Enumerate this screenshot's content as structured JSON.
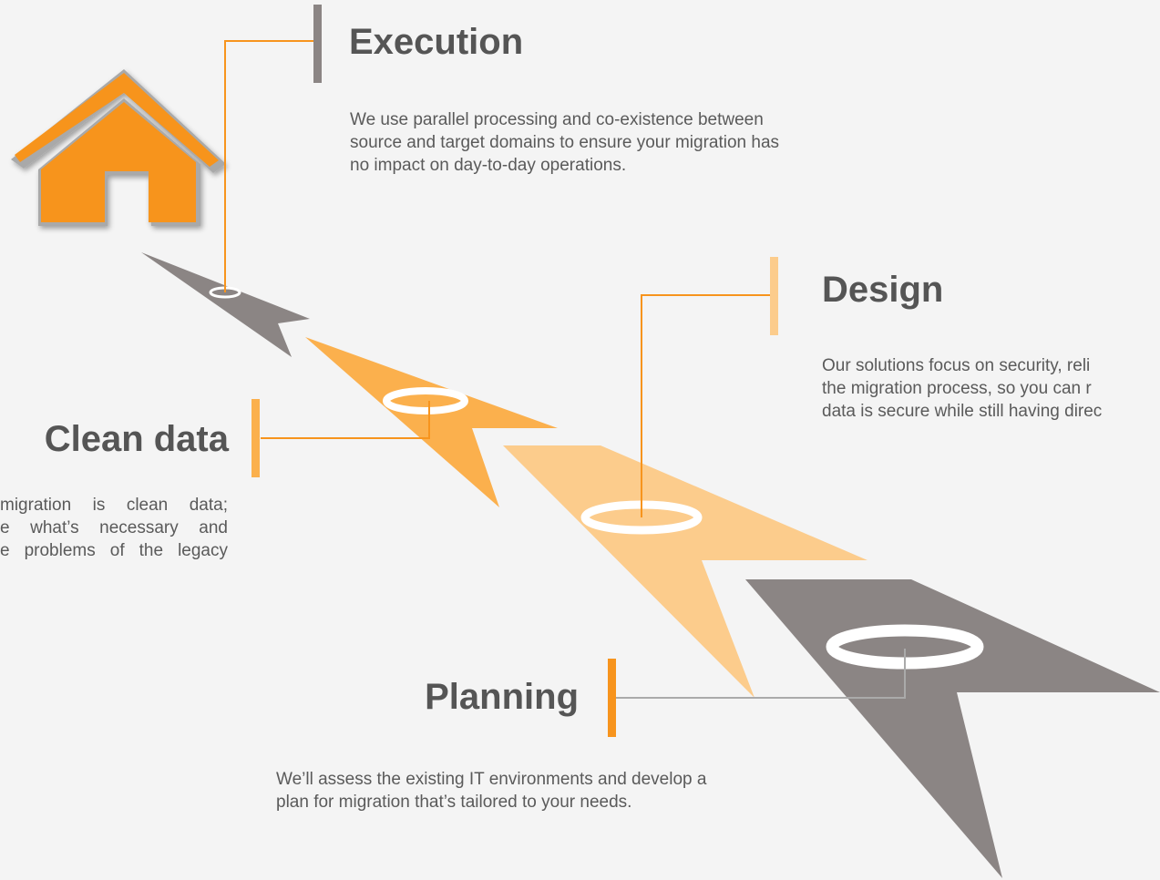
{
  "colors": {
    "orange": "#F7941D",
    "light_orange": "#FCCC8C",
    "mid_orange": "#FBB04D",
    "gray": "#8B8584",
    "title_text": "#555555",
    "body_text": "#5A5A5A"
  },
  "icons": {
    "home": "house-icon"
  },
  "steps": {
    "execution": {
      "title": "Execution",
      "lines": [
        "We use parallel processing and co-existence between",
        "source and target domains to ensure your migration has",
        "no impact on day-to-day operations."
      ]
    },
    "design": {
      "title": "Design",
      "lines": [
        "Our solutions focus on security, reli",
        "the migration process, so you can r",
        "data is secure while still having direc"
      ]
    },
    "clean_data": {
      "title": "Clean data",
      "lines": [
        "migration is clean data;",
        "e what’s necessary and",
        "e problems of the legacy"
      ]
    },
    "planning": {
      "title": "Planning",
      "lines": [
        "We’ll assess the existing IT environments and develop a",
        "plan for migration that’s tailored to your needs."
      ]
    }
  }
}
